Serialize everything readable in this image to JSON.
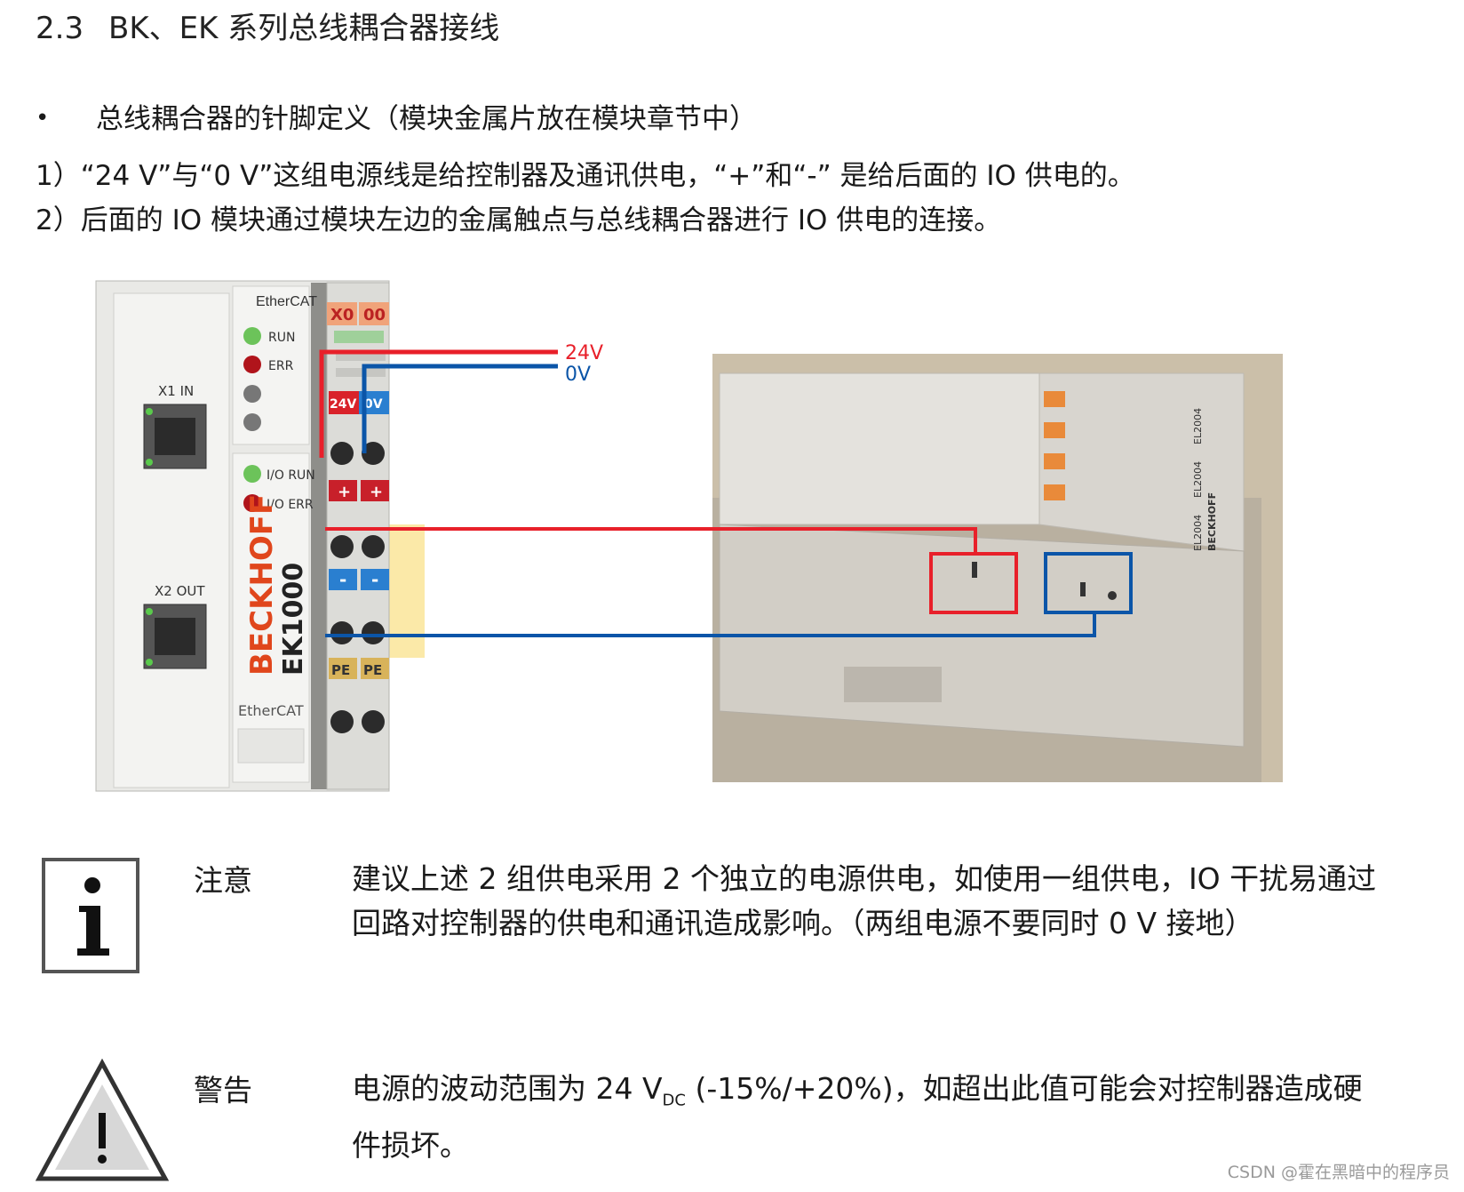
{
  "section": {
    "number": "2.3",
    "title": "BK、EK 系列总线耦合器接线"
  },
  "bullet": {
    "symbol": "•",
    "text": "总线耦合器的针脚定义（模块金属片放在模块章节中）"
  },
  "items": [
    "1）“24 V”与“0 V”这组电源线是给控制器及通讯供电，“+”和“-” 是给后面的 IO 供电的。",
    "2）后面的 IO 模块通过模块左边的金属触点与总线耦合器进行 IO 供电的连接。"
  ],
  "figure": {
    "device": {
      "brand": "BECKHOFF",
      "model": "EK1000",
      "bus_top": "EtherCAT",
      "bus_bottom": "EtherCAT",
      "port_in": "X1 IN",
      "port_out": "X2 OUT",
      "led_run": "RUN",
      "led_err": "ERR",
      "led_io_run": "I/O RUN",
      "led_io_err": "I/O ERR",
      "terminal_top_left": "X0",
      "terminal_top_right": "00",
      "terminal_24v": "24V",
      "terminal_0v": "0V",
      "terminal_plus": "+",
      "terminal_minus": "-",
      "terminal_pe": "PE"
    },
    "labels": {
      "v24": "24V",
      "v0": "0V"
    },
    "photo_text": [
      "EL2004",
      "EL2004",
      "EL2004",
      "BECKHOFF"
    ],
    "colors": {
      "red": "#e8202a",
      "blue": "#0b55a8",
      "device_grey": "#e6e6e3",
      "photo_bg": "#c9bfae"
    }
  },
  "note": {
    "label": "注意",
    "text": "建议上述 2 组供电采用 2 个独立的电源供电，如使用一组供电，IO 干扰易通过回路对控制器的供电和通讯造成影响。（两组电源不要同时 0 V 接地）"
  },
  "warning": {
    "label": "警告",
    "text_before": "电源的波动范围为 24 V",
    "text_sub": "DC",
    "text_after": " (-15%/+20%)，如超出此值可能会对控制器造成硬件损坏。"
  },
  "watermark": "CSDN @霍在黑暗中的程序员"
}
